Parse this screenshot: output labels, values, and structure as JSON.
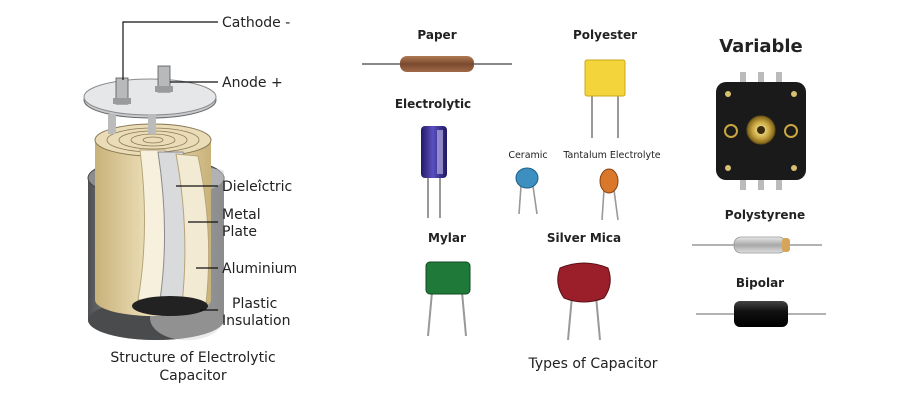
{
  "structure": {
    "labels": {
      "cathode": "Cathode -",
      "anode": "Anode +",
      "dielectric": "Dieleîctric",
      "metal_plate_1": "Metal",
      "metal_plate_2": "Plate",
      "aluminium": "Aluminium",
      "plastic_1": "Plastic",
      "plastic_2": "Insulation"
    },
    "caption_line1": "Structure of Electrolytic",
    "caption_line2": "Capacitor"
  },
  "types": {
    "paper": "Paper",
    "polyester": "Polyester",
    "variable": "Variable",
    "electrolytic": "Electrolytic",
    "ceramic": "Ceramic",
    "tantalum": "Tantalum Electrolyte",
    "polystyrene": "Polystyrene",
    "mylar": "Mylar",
    "silver_mica": "Silver Mica",
    "bipolar": "Bipolar",
    "caption": "Types of Capacitor"
  },
  "colors": {
    "can": "#6d6e70",
    "foil": "#e8d9b0",
    "electrolytic_body": "#3a2f8c",
    "ceramic_body": "#3d8fc0",
    "tantalum_body": "#d9772a",
    "polyester_body": "#f3d43a",
    "mylar_body": "#1f7a3a",
    "silver_mica_body": "#9a1f2a",
    "paper_body": "#8a5a3a",
    "bipolar_body": "#1a1a1a",
    "variable_body": "#1a1a1a"
  }
}
